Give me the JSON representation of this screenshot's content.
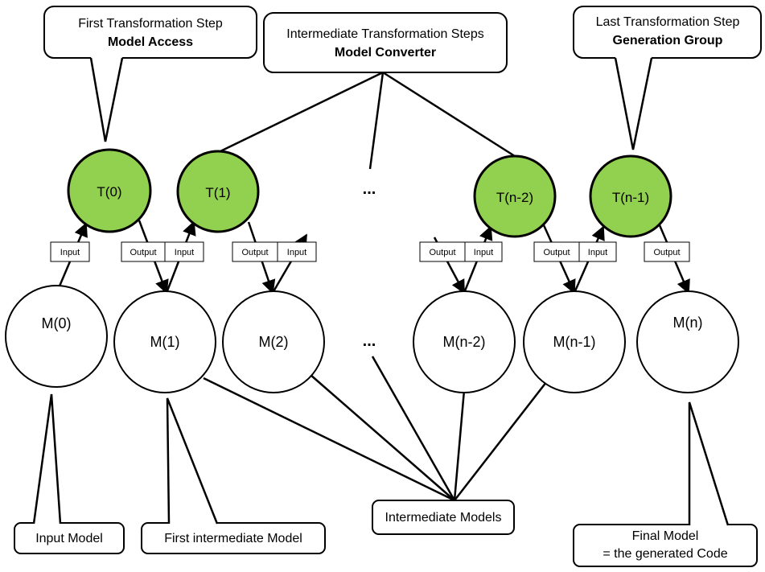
{
  "colors": {
    "transformation_fill": "#92d050",
    "stroke": "#000000",
    "background": "#ffffff"
  },
  "callouts": {
    "first_step": {
      "line1": "First Transformation Step",
      "line2": "Model Access"
    },
    "intermediate_steps": {
      "line1": "Intermediate Transformation Steps",
      "line2": "Model Converter"
    },
    "last_step": {
      "line1": "Last Transformation Step",
      "line2": "Generation Group"
    },
    "input_model": {
      "text": "Input Model"
    },
    "first_intermediate": {
      "text": "First intermediate Model"
    },
    "intermediate_models": {
      "text": "Intermediate Models"
    },
    "final_model": {
      "line1": "Final Model",
      "line2": "= the generated Code"
    }
  },
  "transformations": [
    {
      "label": "T(0)"
    },
    {
      "label": "T(1)"
    },
    {
      "label": "T(n-2)"
    },
    {
      "label": "T(n-1)"
    }
  ],
  "models": [
    {
      "label": "M(0)"
    },
    {
      "label": "M(1)"
    },
    {
      "label": "M(2)"
    },
    {
      "label": "M(n-2)"
    },
    {
      "label": "M(n-1)"
    },
    {
      "label": "M(n)"
    }
  ],
  "ports": {
    "input": "Input",
    "output": "Output"
  },
  "ellipsis": {
    "transformations": "...",
    "models": "..."
  }
}
